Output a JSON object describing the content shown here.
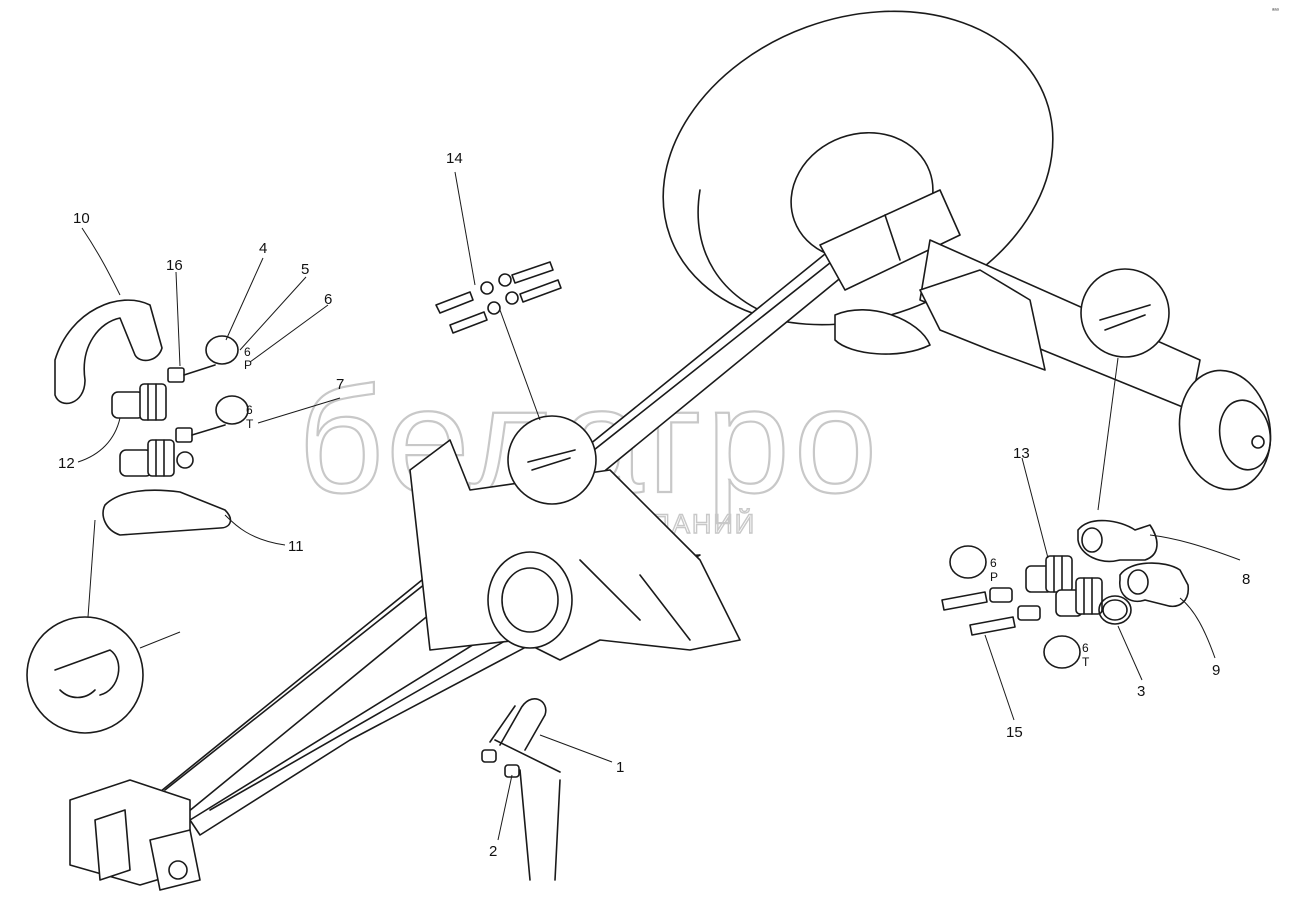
{
  "watermark": {
    "brand": "белагро",
    "tagline": "ГРУППА КОМПАНИЙ"
  },
  "corner_mark": "ᵃᵃᵃ",
  "callouts": [
    {
      "id": "c1",
      "label": "1"
    },
    {
      "id": "c2",
      "label": "2"
    },
    {
      "id": "c3",
      "label": "3"
    },
    {
      "id": "c4",
      "label": "4"
    },
    {
      "id": "c5",
      "label": "5"
    },
    {
      "id": "c6",
      "label": "6"
    },
    {
      "id": "c7",
      "label": "7"
    },
    {
      "id": "c8",
      "label": "8"
    },
    {
      "id": "c9",
      "label": "9"
    },
    {
      "id": "c10",
      "label": "10"
    },
    {
      "id": "c11",
      "label": "11"
    },
    {
      "id": "c12",
      "label": "12"
    },
    {
      "id": "c13",
      "label": "13"
    },
    {
      "id": "c14",
      "label": "14"
    },
    {
      "id": "c15",
      "label": "15"
    },
    {
      "id": "c16",
      "label": "16"
    }
  ],
  "port_marks": {
    "left_top": [
      "6",
      "P"
    ],
    "left_mid": [
      "6",
      "T"
    ],
    "right_top": [
      "6",
      "P"
    ],
    "right_bot": [
      "6",
      "T"
    ]
  }
}
